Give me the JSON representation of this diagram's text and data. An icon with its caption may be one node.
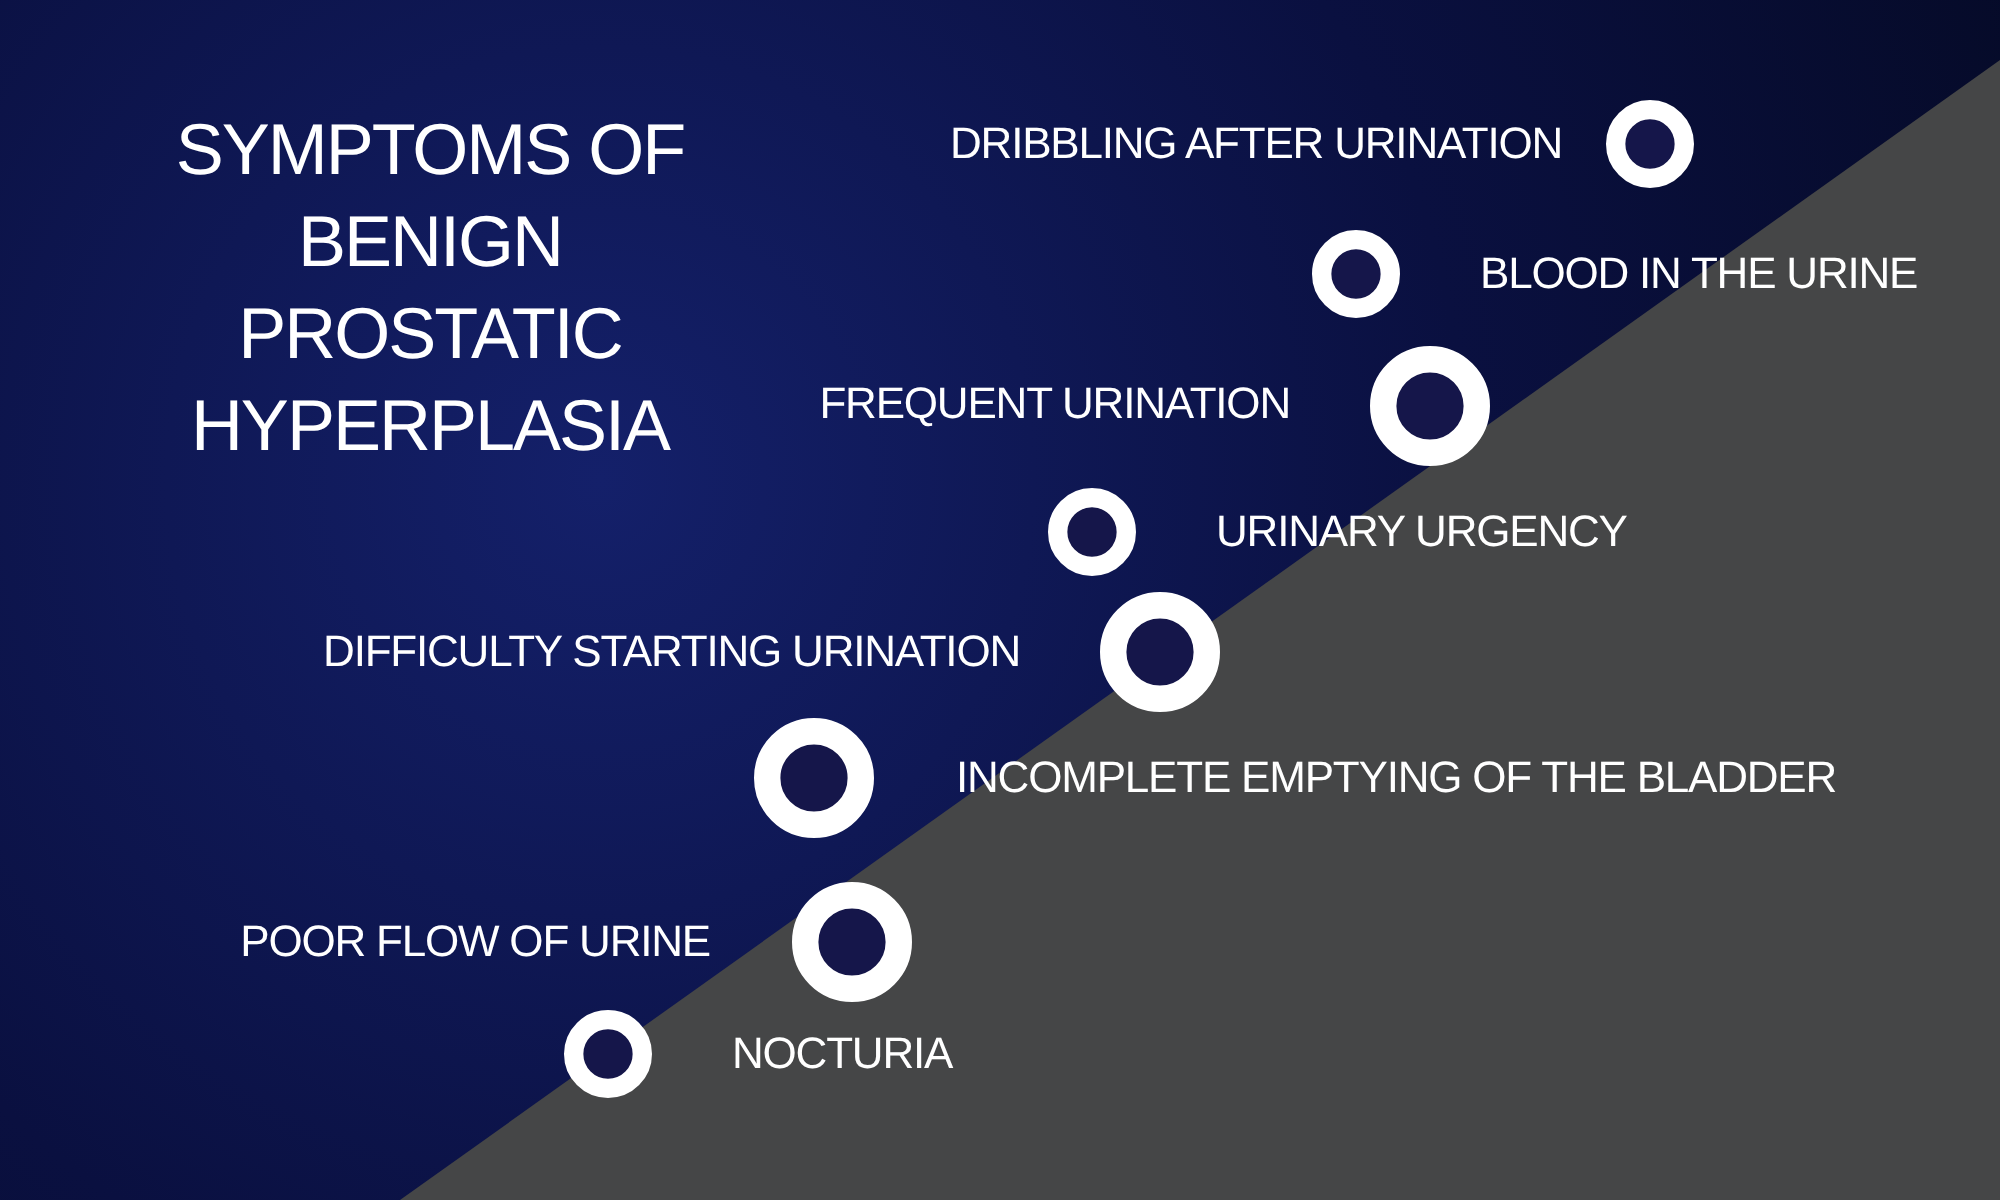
{
  "diagram": {
    "title": "SYMPTOMS OF BENIGN PROSTATIC HYPERPLASIA",
    "labels": [
      "DRIBBLING AFTER URINATION",
      "BLOOD IN THE URINE",
      "FREQUENT URINATION",
      "URINARY URGENCY",
      "DIFFICULTY STARTING URINATION",
      "INCOMPLETE EMPTYING OF THE BLADDER",
      "POOR FLOW OF URINE",
      "NOCTURIA"
    ]
  }
}
